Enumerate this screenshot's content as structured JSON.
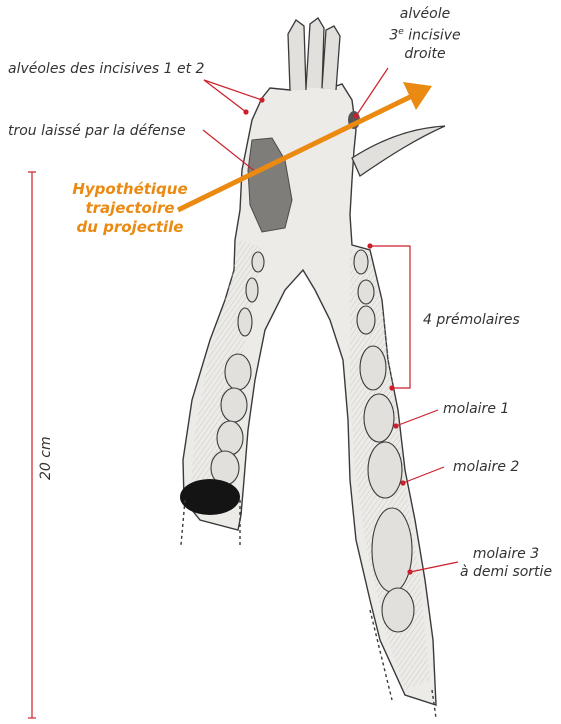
{
  "colors": {
    "accent": "#ea8a12",
    "leader": "#cc1f2b",
    "bone": "#ecebe8",
    "bone_shade": "#b9b7b2",
    "tooth": "#e2e0dc",
    "ink": "#3a3a3a"
  },
  "labels": {
    "incisor_sockets": "alvéoles des incisives 1 et 2",
    "tusk_hole": "trou laissé par la défense",
    "third_incisor": {
      "line1": "alvéole",
      "line2": "3",
      "sup": "e",
      "line2_rest": " incisive",
      "line3": "droite"
    },
    "trajectory": [
      "Hypothétique",
      "trajectoire",
      "du projectile"
    ],
    "premolars": "4 prémolaires",
    "molar1": "molaire 1",
    "molar2": "molaire 2",
    "molar3": [
      "molaire 3",
      "à demi sortie"
    ],
    "scale": "20 cm"
  }
}
